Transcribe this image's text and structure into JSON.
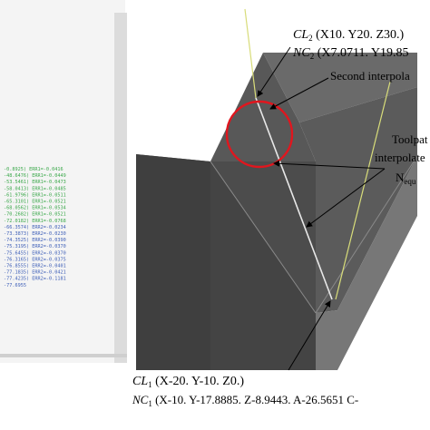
{
  "code_panel": {
    "lines": [
      {
        "text": "-0.8925) ERR1=-0.0416",
        "color": "#3aa84a"
      },
      {
        "text": "-48.6476) ERR1=-0.0449",
        "color": "#3aa84a"
      },
      {
        "text": "-53.5461) ERR1=-0.0473",
        "color": "#3aa84a"
      },
      {
        "text": "-58.0413) ERR1=-0.0485",
        "color": "#3aa84a"
      },
      {
        "text": "-61.9796) ERR1=-0.0511",
        "color": "#3aa84a"
      },
      {
        "text": "-65.3101) ERR1=-0.0521",
        "color": "#3aa84a"
      },
      {
        "text": "-68.0562) ERR1=-0.0534",
        "color": "#3aa84a"
      },
      {
        "text": "-70.2682) ERR1=-0.0521",
        "color": "#3aa84a"
      },
      {
        "text": "-72.0182) ERR1=-0.0768",
        "color": "#3aa84a"
      },
      {
        "text": "-66.3574) ERR2=-0.0234",
        "color": "#3e5fb8"
      },
      {
        "text": "-73.3873) ERR2=-0.0230",
        "color": "#3e5fb8"
      },
      {
        "text": "-74.3525) ERR2=-0.0390",
        "color": "#3e5fb8"
      },
      {
        "text": "-75.3195) ERR2=-0.0370",
        "color": "#3e5fb8"
      },
      {
        "text": "-75.6455) ERR2=-0.0370",
        "color": "#3e5fb8"
      },
      {
        "text": "-76.3165) ERR2=-0.0375",
        "color": "#3e5fb8"
      },
      {
        "text": "-76.8555) ERR2=-0.0401",
        "color": "#3e5fb8"
      },
      {
        "text": "-77.1835) ERR2=-0.0421",
        "color": "#3e5fb8"
      },
      {
        "text": "-77.4235) ERR2=-0.1181",
        "color": "#3e5fb8"
      },
      {
        "text": "-77.6955",
        "color": "#3e5fb8"
      }
    ]
  },
  "labels": {
    "cl2_sym": "CL",
    "cl2_sub": "2",
    "cl2_val": " (X10. Y20. Z30.)",
    "nc2_sym": "NC",
    "nc2_sub": "2",
    "nc2_val": " (X7.0711. Y19.85",
    "second_interp": "Second interpola",
    "toolpath_line1": "Toolpat",
    "toolpath_line2": "interpolate",
    "toolpath_n": "N",
    "toolpath_n_sub": "equ",
    "cl1_sym": "CL",
    "cl1_sub": "1",
    "cl1_val": " (X-20. Y-10. Z0.)",
    "nc1_sym": "NC",
    "nc1_sub": "1",
    "nc1_val": " (X-10. Y-17.8885. Z-8.9443. A-26.5651 C-"
  },
  "colors": {
    "circle": "#e0161e",
    "tool_axis": "#d8dc7a",
    "toolpath": "#e8e8e8",
    "block_dark": "#4a4a4a",
    "block_mid": "#5e5e5e",
    "block_light": "#7d7d7d"
  }
}
